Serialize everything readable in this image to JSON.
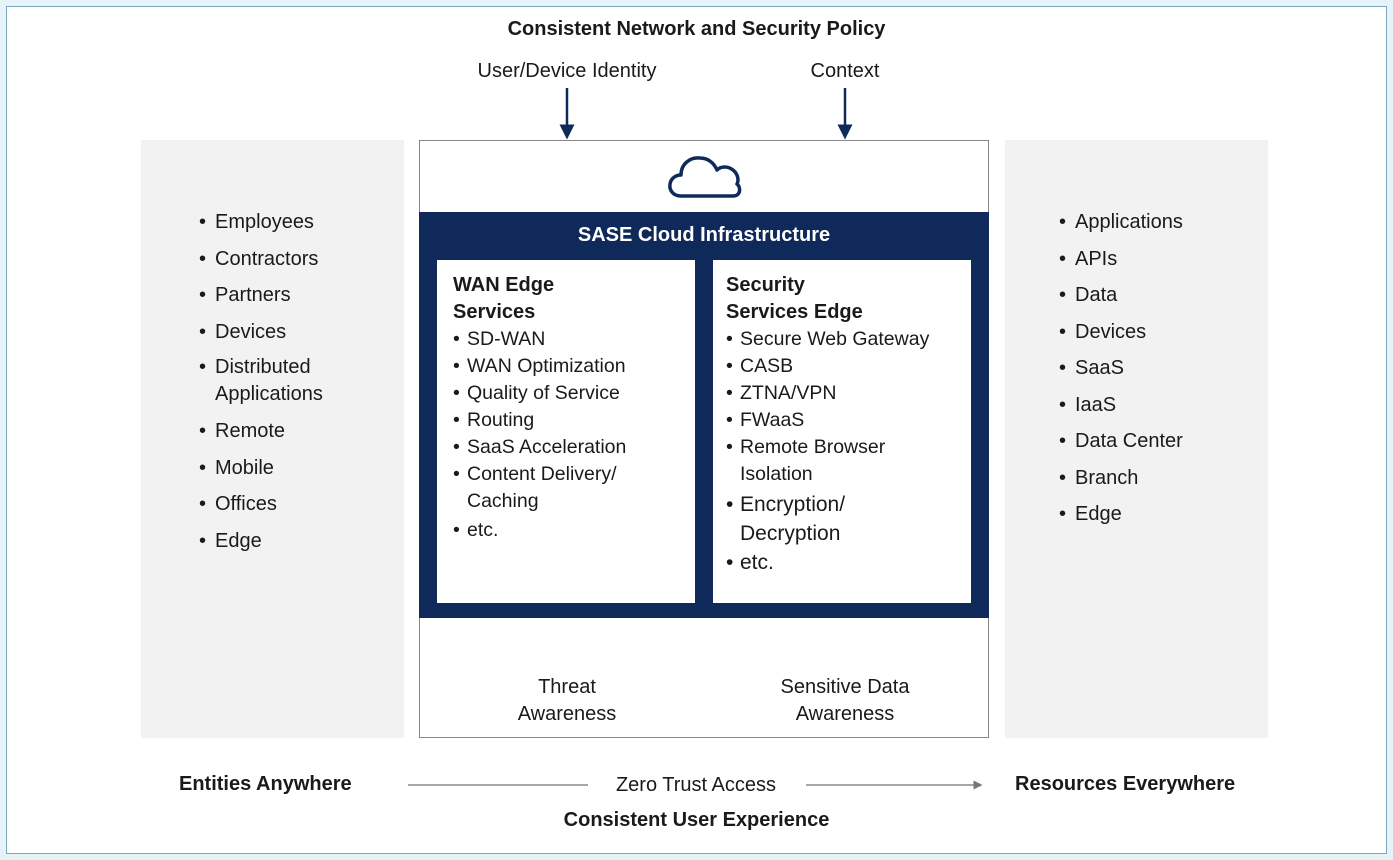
{
  "header": {
    "title": "Consistent Network and Security Policy",
    "inputs": [
      "User/Device Identity",
      "Context"
    ]
  },
  "left_panel": {
    "items": [
      "Employees",
      "Contractors",
      "Partners",
      "Devices",
      "Distributed Applications",
      "Remote",
      "Mobile",
      "Offices",
      "Edge"
    ]
  },
  "right_panel": {
    "items": [
      "Applications",
      "APIs",
      "Data",
      "Devices",
      "SaaS",
      "IaaS",
      "Data Center",
      "Branch",
      "Edge"
    ]
  },
  "center": {
    "infra_title": "SASE Cloud Infrastructure",
    "wan": {
      "title_line1": "WAN Edge",
      "title_line2": "Services",
      "items": [
        "SD-WAN",
        "WAN Optimization",
        "Quality of Service",
        "Routing",
        "SaaS Acceleration",
        "Content Delivery/ Caching",
        "etc."
      ]
    },
    "sse": {
      "title_line1": "Security",
      "title_line2": "Services Edge",
      "items": [
        "Secure Web Gateway",
        "CASB",
        "ZTNA/VPN",
        "FWaaS",
        "Remote Browser Isolation",
        "Encryption/ Decryption",
        "etc."
      ]
    },
    "bottom_inputs": [
      {
        "line1": "Threat",
        "line2": "Awareness"
      },
      {
        "line1": "Sensitive Data",
        "line2": "Awareness"
      }
    ]
  },
  "footer": {
    "left": "Entities Anywhere",
    "middle": "Zero Trust Access",
    "right": "Resources Everywhere",
    "bottom": "Consistent User Experience"
  },
  "colors": {
    "navy": "#0f2a5a",
    "panel": "#f2f2f2",
    "border": "#7aa9bd"
  }
}
